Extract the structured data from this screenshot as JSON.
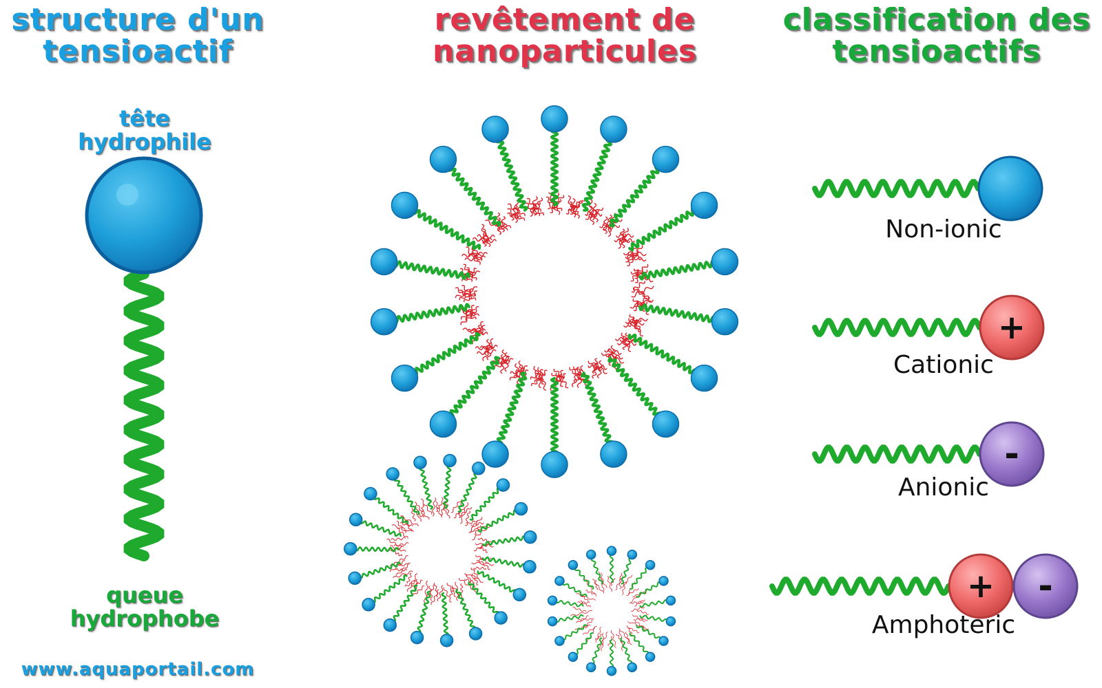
{
  "titles": {
    "structure": {
      "line1": "structure d'un",
      "line2": "tensioactif",
      "color": "#1a9fe0"
    },
    "coating": {
      "line1": "revêtement de",
      "line2": "nanoparticules",
      "color": "#e0344a"
    },
    "classification": {
      "line1": "classification des",
      "line2": "tensioactifs",
      "color": "#19a83a"
    }
  },
  "structure": {
    "head_label": {
      "line1": "tête",
      "line2": "hydrophile",
      "color": "#1a9fe0"
    },
    "tail_label": {
      "line1": "queue",
      "line2": "hydrophobe",
      "color": "#19a83a"
    }
  },
  "classes": [
    {
      "label": "Non-ionic",
      "charges": []
    },
    {
      "label": "Cationic",
      "charges": [
        "+"
      ]
    },
    {
      "label": "Anionic",
      "charges": [
        "-"
      ]
    },
    {
      "label": "Amphoteric",
      "charges": [
        "+",
        "-"
      ]
    }
  ],
  "website": {
    "text": "www.aquaportail.com",
    "color": "#1a9fe0"
  },
  "colors": {
    "head_blue": "#1e9fd9",
    "tail_green": "#1faa2e",
    "core_red": "#d8232a",
    "cation_pink": "#f06b6b",
    "anion_purple": "#9b79cc"
  }
}
